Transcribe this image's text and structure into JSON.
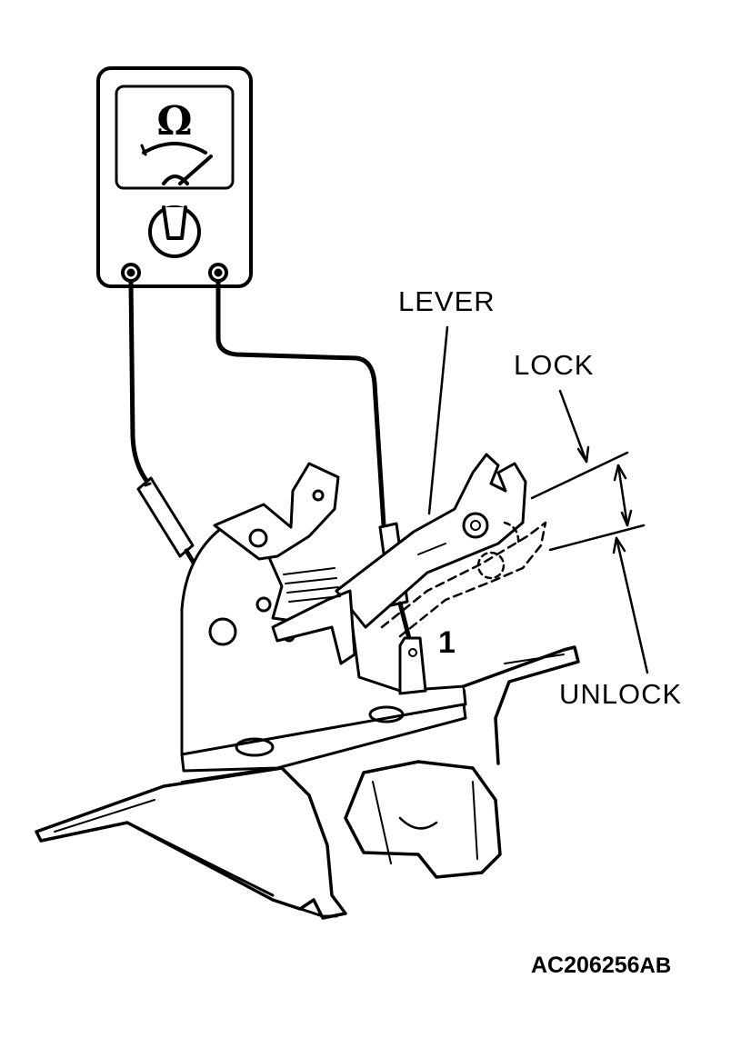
{
  "diagram": {
    "labels": {
      "lever": "LEVER",
      "lock": "LOCK",
      "unlock": "UNLOCK",
      "terminal": "1"
    },
    "figure_code": {
      "main": "AC206256",
      "suffix": "AB"
    },
    "meter": {
      "unit_symbol": "Ω"
    },
    "colors": {
      "ink": "#000000",
      "paper": "#ffffff"
    }
  }
}
